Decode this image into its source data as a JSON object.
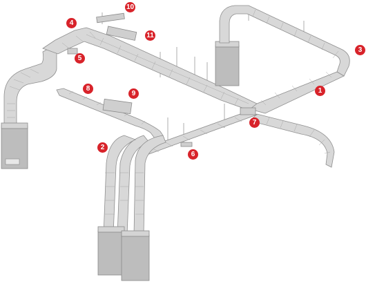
{
  "colors": {
    "marker": "#d8232a",
    "tray": "#d8d8d8",
    "box": "#bdbdbd"
  },
  "markers": [
    {
      "id": "m1",
      "label": "1"
    },
    {
      "id": "m2",
      "label": "2"
    },
    {
      "id": "m3",
      "label": "3"
    },
    {
      "id": "m4",
      "label": "4"
    },
    {
      "id": "m5",
      "label": "5"
    },
    {
      "id": "m6",
      "label": "6"
    },
    {
      "id": "m7",
      "label": "7"
    },
    {
      "id": "m8",
      "label": "8"
    },
    {
      "id": "m9",
      "label": "9"
    },
    {
      "id": "m10",
      "label": "10"
    },
    {
      "id": "m11",
      "label": "11"
    }
  ]
}
